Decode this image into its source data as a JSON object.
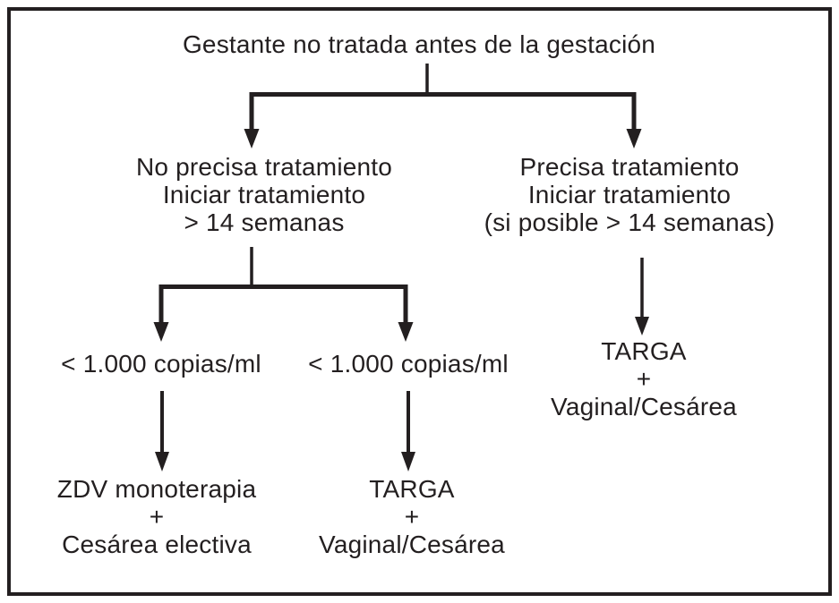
{
  "diagram": {
    "root": {
      "label": "Gestante no tratada antes de la gestación"
    },
    "branch_no_treatment": {
      "lines": [
        "No precisa tratamiento",
        "Iniciar tratamiento",
        "> 14 semanas"
      ]
    },
    "branch_treatment": {
      "lines": [
        "Precisa tratamiento",
        "Iniciar tratamiento",
        "(si posible > 14 semanas)"
      ]
    },
    "viral_load_left": {
      "label": "< 1.000 copias/ml"
    },
    "viral_load_right": {
      "label": "< 1.000 copias/ml"
    },
    "outcome_zdv": {
      "lines": [
        "ZDV monoterapia",
        "+",
        "Cesárea electiva"
      ]
    },
    "outcome_targa_mid": {
      "lines": [
        "TARGA",
        "+",
        "Vaginal/Cesárea"
      ]
    },
    "outcome_targa_right": {
      "lines": [
        "TARGA",
        "+",
        "Vaginal/Cesárea"
      ]
    },
    "colors": {
      "ink": "#231f20",
      "background": "#ffffff"
    }
  }
}
